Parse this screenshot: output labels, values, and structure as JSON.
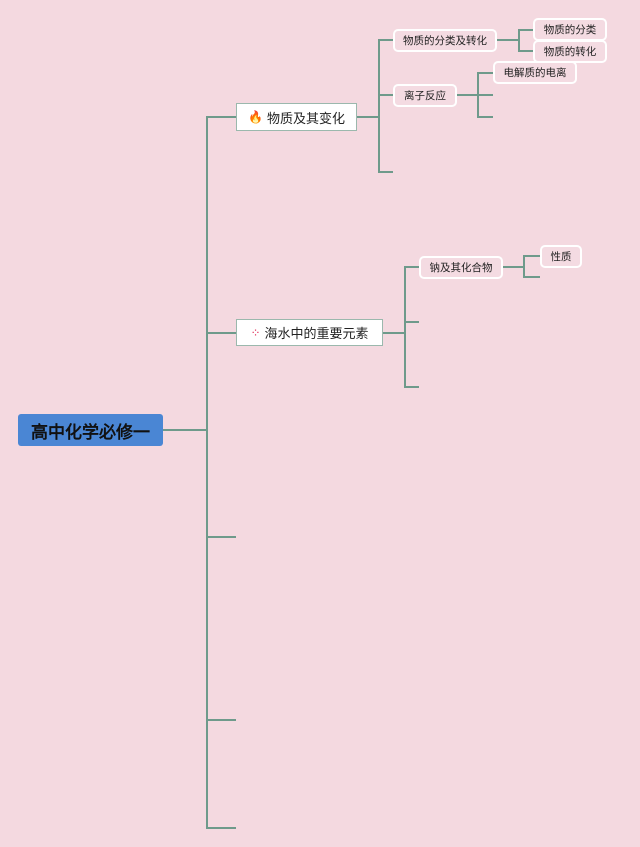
{
  "root": {
    "label": "高中化学必修一"
  },
  "topics": [
    {
      "label": "物质及其变化",
      "icon": "fire-icon",
      "children": [
        {
          "label": "物质的分类及转化",
          "children": [
            {
              "label": "物质的分类"
            },
            {
              "label": "物质的转化"
            }
          ]
        },
        {
          "label": "离子反应",
          "children": [
            {
              "label": "电解质的电离"
            }
          ]
        }
      ]
    },
    {
      "label": "海水中的重要元素",
      "icon": "sparkle-icon",
      "children": [
        {
          "label": "钠及其化合物",
          "children": [
            {
              "label": "性质"
            }
          ]
        }
      ]
    }
  ],
  "colors": {
    "background": "#f4d9e0",
    "root": "#4a86d4",
    "line": "#6e9a8b"
  }
}
